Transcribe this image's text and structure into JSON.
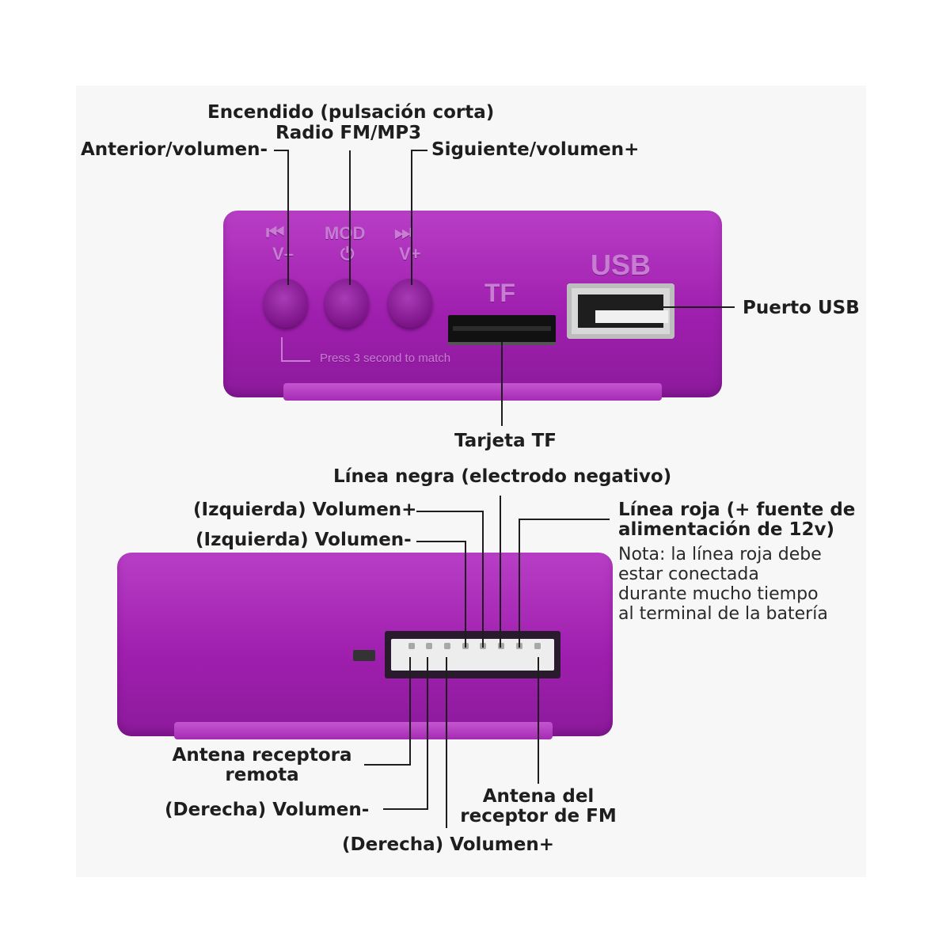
{
  "top_device": {
    "labels": {
      "power": "Encendido (pulsación corta)",
      "radio": "Radio FM/MP3",
      "prev": "Anterior/volumen-",
      "next": "Siguiente/volumen+",
      "usb": "Puerto USB",
      "tf": "Tarjeta TF"
    },
    "embossed": {
      "prev_symbol": "⏮",
      "prev_text": "V–",
      "mod_text": "MOD",
      "mod_symbol": "⏻",
      "next_symbol": "⏭",
      "next_text": "V+",
      "tf_text": "TF",
      "usb_text": "USB",
      "press_text": "Press 3 second to match"
    }
  },
  "bottom_device": {
    "labels": {
      "black_line": "Línea negra (electrodo negativo)",
      "left_vol_plus": "(Izquierda) Volumen+",
      "left_vol_minus": "(Izquierda) Volumen-",
      "red_line_1": "Línea roja (+ fuente de",
      "red_line_2": "alimentación de 12v)",
      "note_1": "Nota: la línea roja debe",
      "note_2": "estar conectada",
      "note_3": "durante mucho tiempo",
      "note_4": "al terminal de la batería",
      "remote_1": "Antena receptora",
      "remote_2": "remota",
      "right_vol_minus": "(Derecha) Volumen-",
      "right_vol_plus": "(Derecha) Volumen+",
      "fm_1": "Antena del",
      "fm_2": "receptor de FM"
    }
  },
  "colors": {
    "device": "#9f1fae",
    "text": "#1e1e1e",
    "leader": "#1e1e1e"
  }
}
